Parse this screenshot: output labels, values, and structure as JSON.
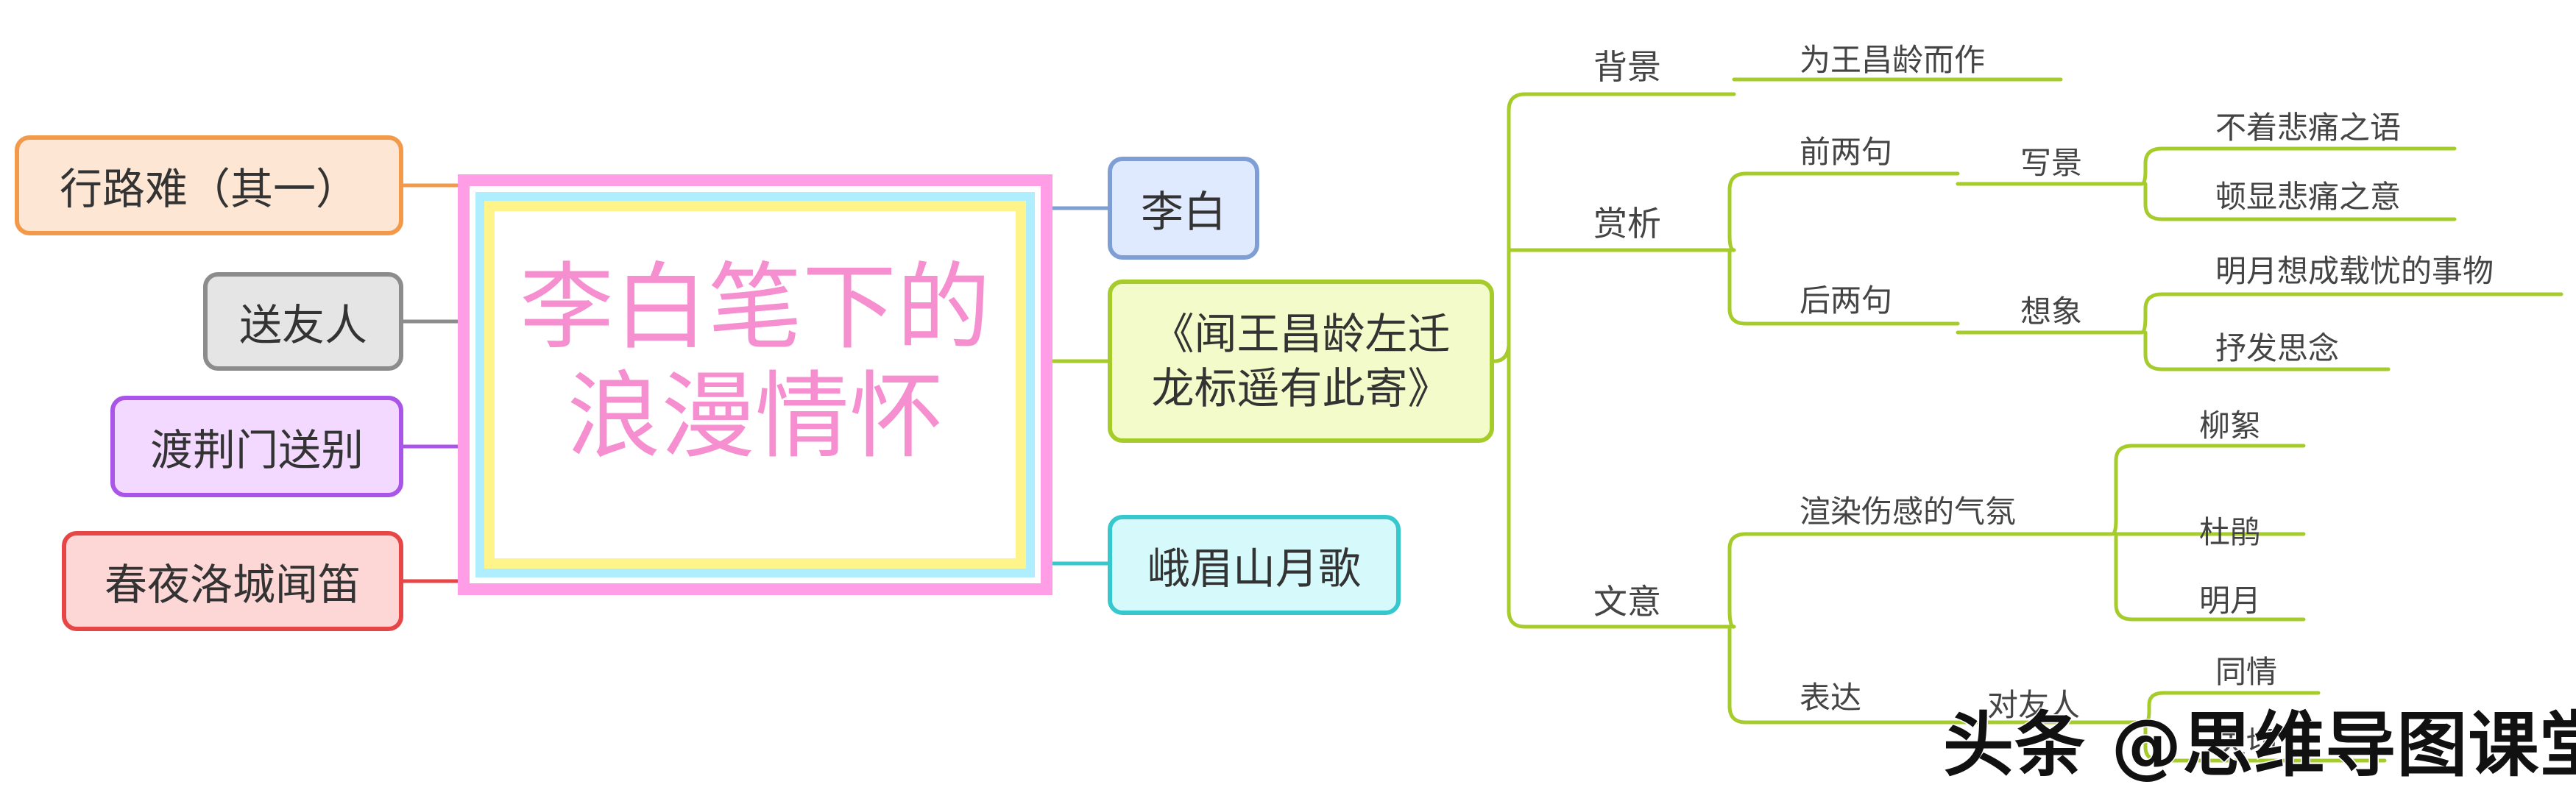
{
  "central_topic": "李白笔下的\n浪漫情怀",
  "left_nodes": [
    "行路难（其一）",
    "送友人",
    "渡荆门送别",
    "春夜洛城闻笛"
  ],
  "right_nodes": {
    "author": "李白",
    "poem": "《闻王昌龄左迁\n龙标遥有此寄》",
    "other": "峨眉山月歌"
  },
  "poem_branches": {
    "background": {
      "label": "背景",
      "detail": "为王昌龄而作"
    },
    "appreciation": {
      "label": "赏析",
      "first_two": {
        "label": "前两句",
        "sub": "写景",
        "items": [
          "不着悲痛之语",
          "顿显悲痛之意"
        ]
      },
      "last_two": {
        "label": "后两句",
        "sub": "想象",
        "items": [
          "明月想成载忧的事物",
          "抒发思念"
        ]
      }
    },
    "meaning": {
      "label": "文意",
      "atmosphere": {
        "label": "渲染伤感的气氛",
        "items": [
          "柳絮",
          "杜鹃",
          "明月"
        ]
      },
      "express": {
        "label": "表达",
        "sub": "对友人",
        "items": [
          "同情",
          "关切"
        ]
      }
    }
  },
  "watermark": "头条 @思维导图课堂",
  "colors": {
    "orange": "#f2994a",
    "gray": "#8c8c8c",
    "purple": "#a855e8",
    "red": "#e64646",
    "blue": "#7f9fd4",
    "green": "#a6cc2c",
    "cyan": "#36c8cc",
    "pink": "#ff9ee6"
  }
}
